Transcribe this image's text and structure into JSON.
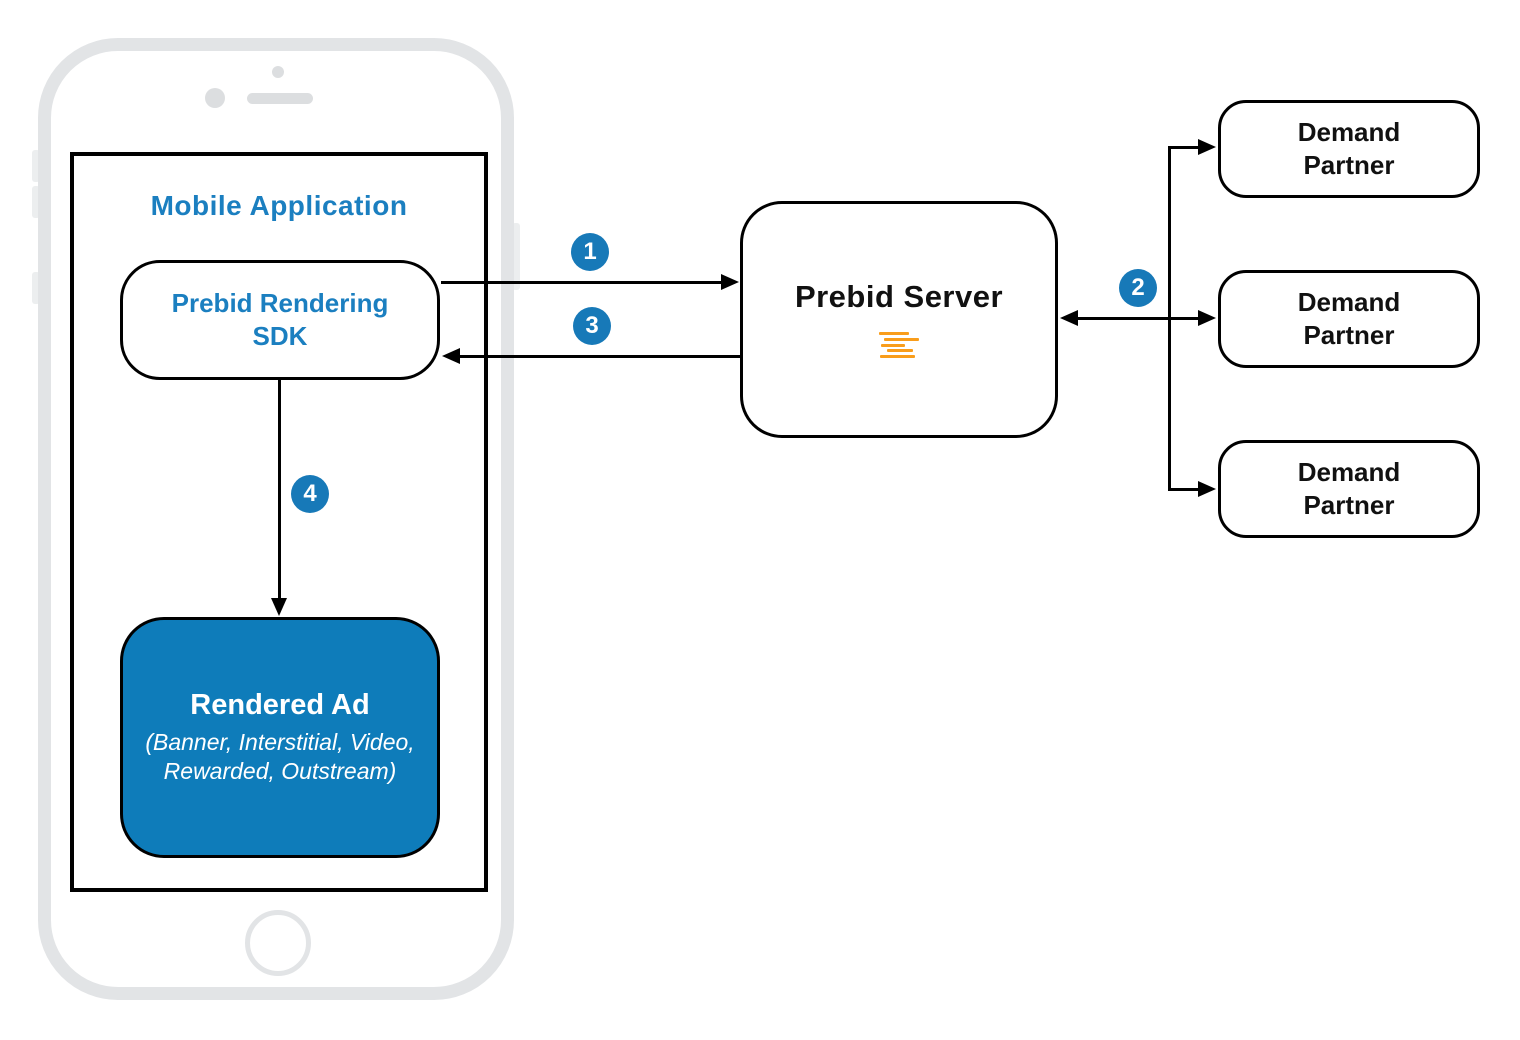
{
  "diagram": {
    "app_title": "Mobile Application",
    "sdk": {
      "line1": "Prebid Rendering",
      "line2": "SDK"
    },
    "server": {
      "label": "Prebid Server",
      "logo": "prebid-lines-logo"
    },
    "rendered_ad": {
      "title": "Rendered Ad",
      "subtitle_line1": "(Banner, Interstitial, Video,",
      "subtitle_line2": "Rewarded, Outstream)"
    },
    "demand_partners": [
      {
        "line1": "Demand",
        "line2": "Partner"
      },
      {
        "line1": "Demand",
        "line2": "Partner"
      },
      {
        "line1": "Demand",
        "line2": "Partner"
      }
    ],
    "steps": {
      "step1": "1",
      "step2": "2",
      "step3": "3",
      "step4": "4"
    },
    "colors": {
      "accent_blue_fill": "#0e7cba",
      "accent_blue_text": "#1b7fc0",
      "badge_blue": "#1779b8",
      "logo_orange": "#f99d1b",
      "phone_gray": "#e2e4e6",
      "line_black": "#000000"
    }
  }
}
